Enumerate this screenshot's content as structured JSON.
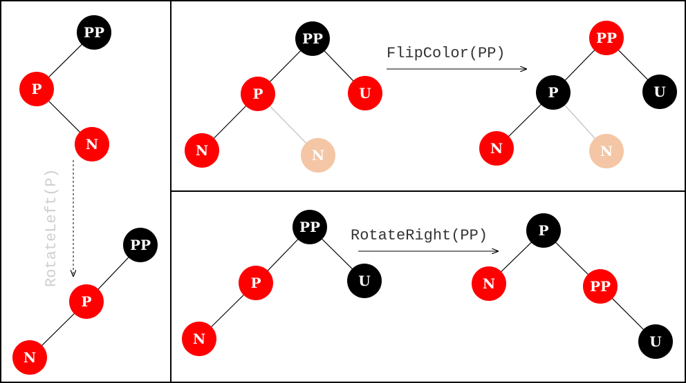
{
  "colors": {
    "red": "#ff0000",
    "black": "#000000",
    "faded": "#f4c6a5",
    "node_text": "#ffffff"
  },
  "left_panel": {
    "op_label": "RotateLeft(P)",
    "before": {
      "pp": "PP",
      "p": "P",
      "n": "N"
    },
    "after": {
      "pp": "PP",
      "p": "P",
      "n": "N"
    }
  },
  "top_panel": {
    "op_label": "FlipColor(PP)",
    "before": {
      "pp": "PP",
      "p": "P",
      "u": "U",
      "n_left": "N",
      "n_right": "N"
    },
    "after": {
      "pp": "PP",
      "p": "P",
      "u": "U",
      "n_left": "N",
      "n_right": "N"
    }
  },
  "bottom_panel": {
    "op_label": "RotateRight(PP)",
    "before": {
      "pp": "PP",
      "p": "P",
      "u": "U",
      "n": "N"
    },
    "after": {
      "p": "P",
      "n": "N",
      "pp": "PP",
      "u": "U"
    }
  }
}
